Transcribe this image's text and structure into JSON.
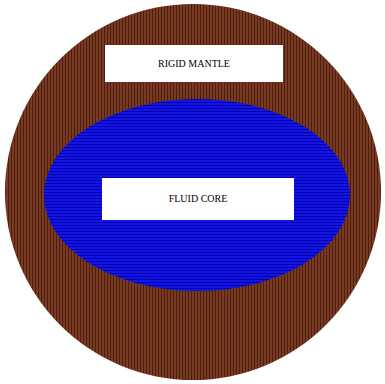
{
  "diagram": {
    "nodes": [
      {
        "text": [
          "RIGID MANTLE"
        ]
      },
      {
        "text": [
          "FLUID CORE"
        ],
        "in": 0
      }
    ]
  }
}
